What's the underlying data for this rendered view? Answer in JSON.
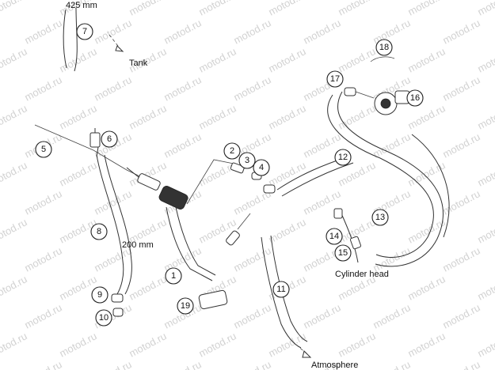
{
  "labels": {
    "tank_length": "425 mm",
    "tank": "Tank",
    "hose_length": "200 mm",
    "cylinder_head": "Cylinder head",
    "atmosphere": "Atmosphere"
  },
  "watermark": "motod.ru",
  "callouts": [
    "1",
    "2",
    "3",
    "4",
    "5",
    "6",
    "7",
    "8",
    "9",
    "10",
    "11",
    "12",
    "13",
    "14",
    "15",
    "16",
    "17",
    "18",
    "19"
  ]
}
